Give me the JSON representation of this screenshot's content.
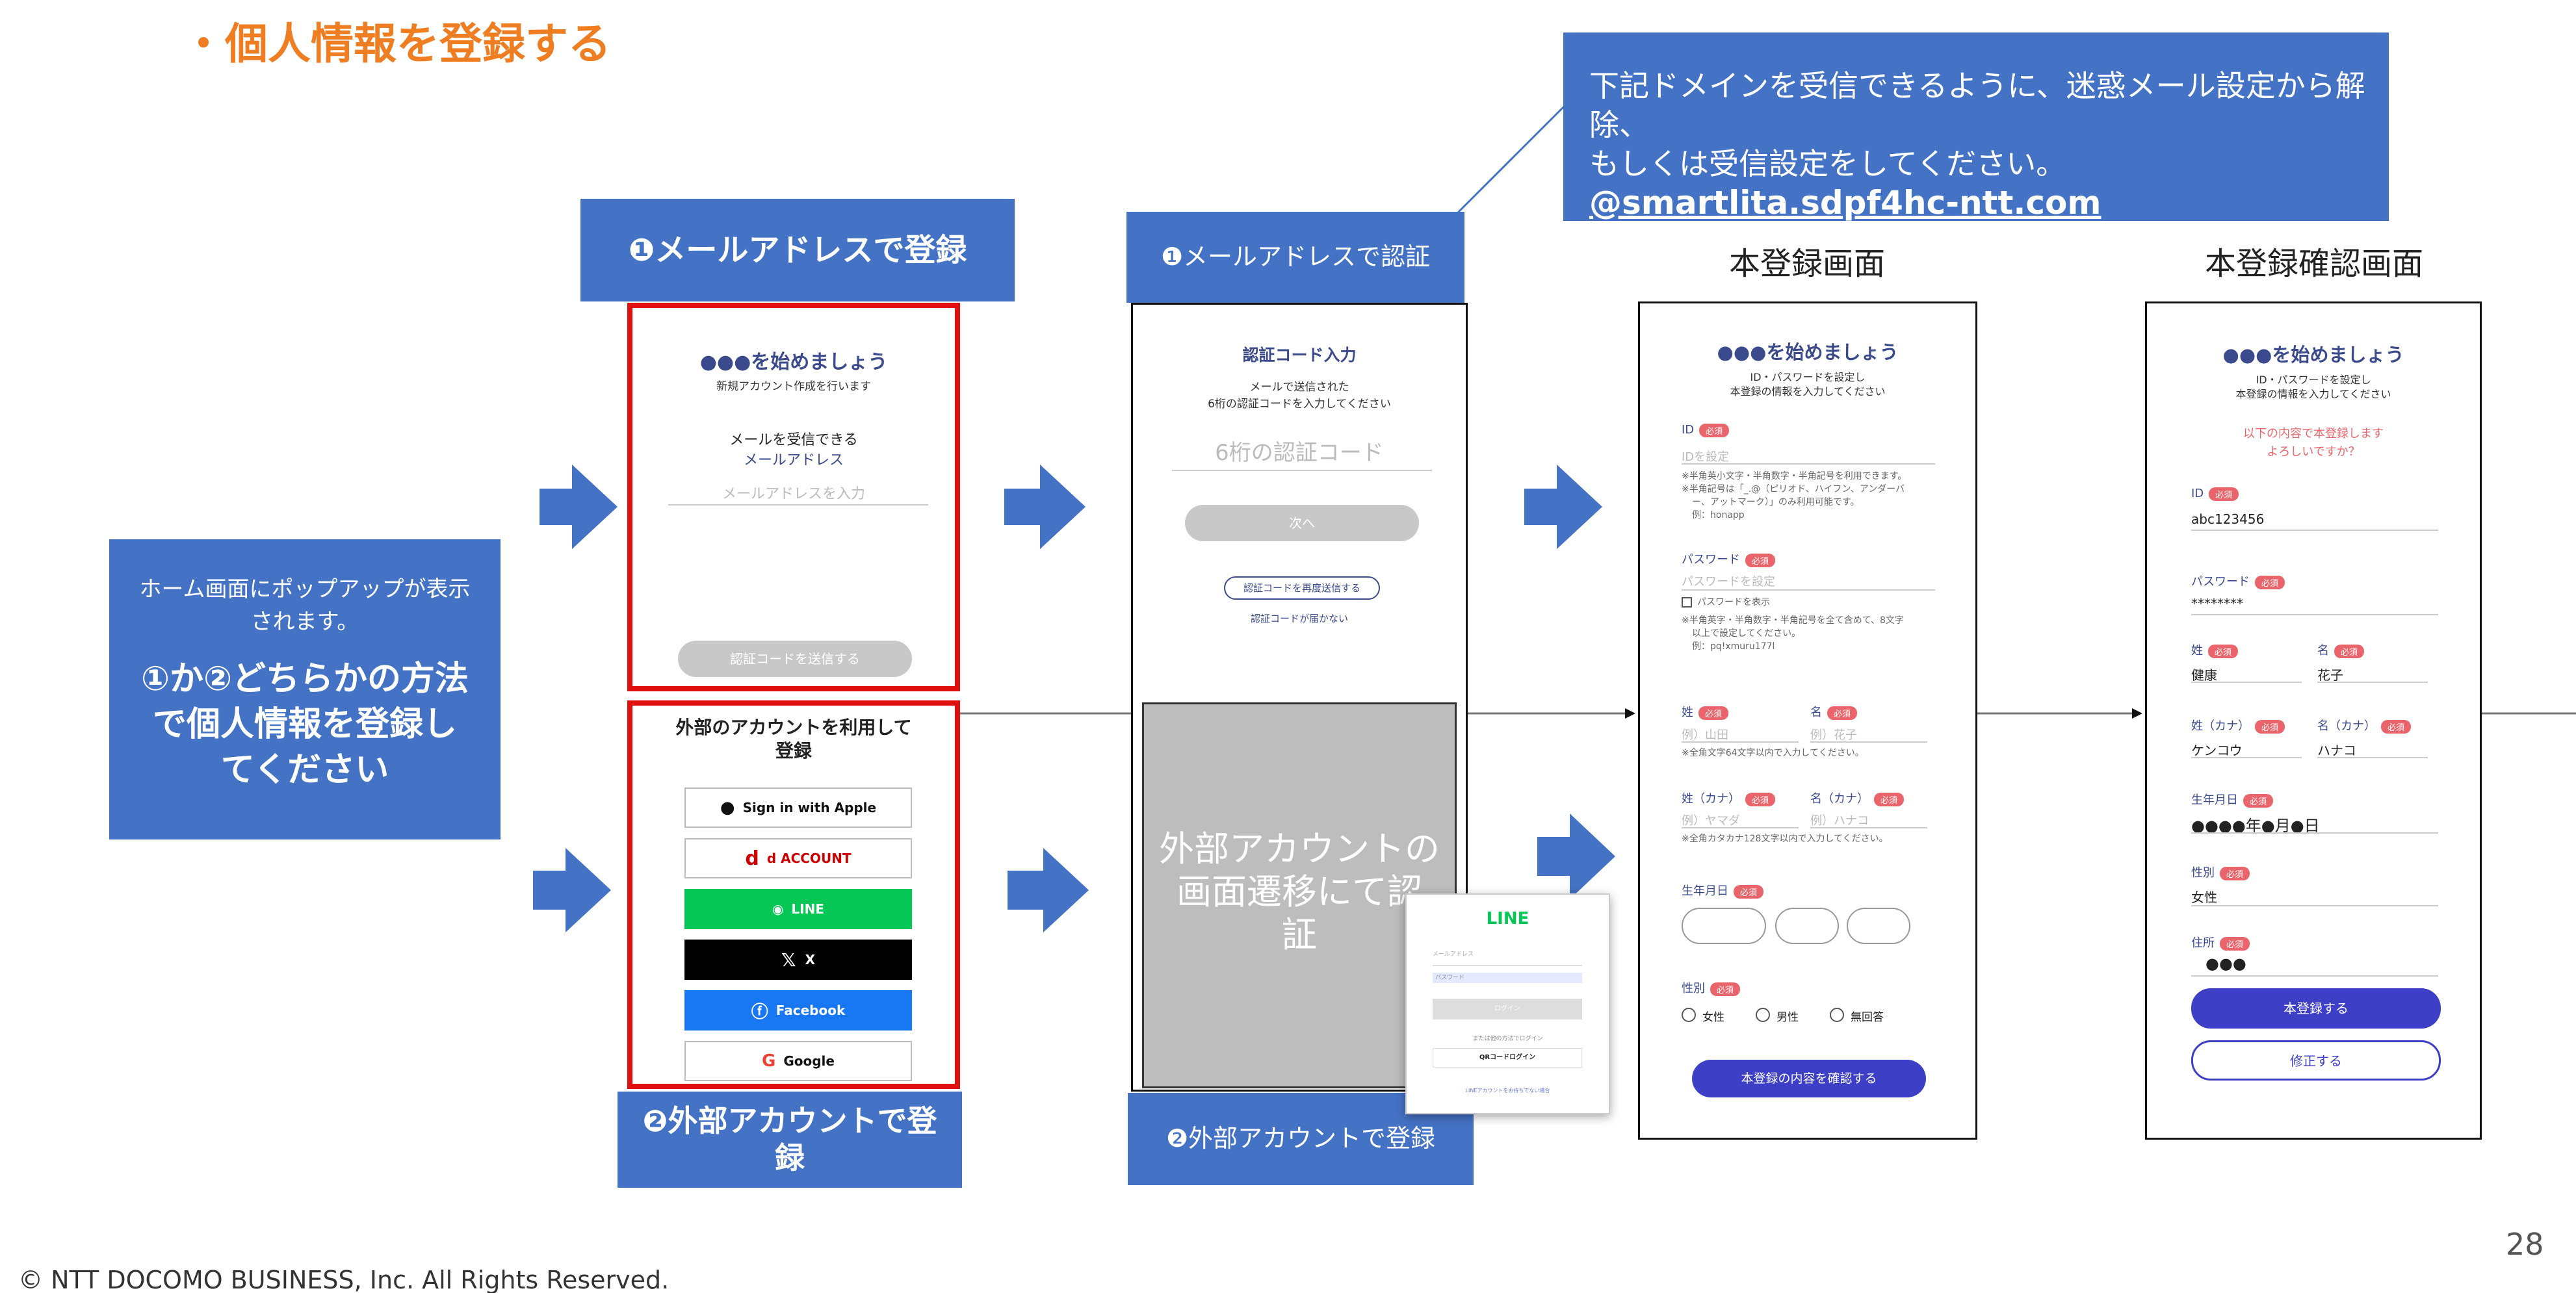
{
  "slide": {
    "title": "・個人情報を登録する",
    "copyright": "© NTT DOCOMO BUSINESS, Inc. All Rights Reserved.",
    "page_number": "28"
  },
  "notice": {
    "line1": "下記ドメインを受信できるように、迷惑メール設定から解除、",
    "line2": "もしくは受信設定をしてください。",
    "domain": "@smartlita.sdpf4hc-ntt.com"
  },
  "headers": {
    "mail_register": "❶メールアドレスで登録",
    "mail_auth": "❶メールアドレスで認証",
    "main_register": "本登録画面",
    "main_confirm": "本登録確認画面",
    "ext_register": "❷外部アカウントで登録",
    "ext_register_bottom": "❷外部アカウントで登録"
  },
  "left_box": {
    "small1": "ホーム画面にポップアップが表示",
    "small2": "されます。",
    "big1": "①か②どちらかの方法",
    "big2": "で個人情報を登録し",
    "big3": "てください"
  },
  "screen1": {
    "title": "●●●を始めましょう",
    "subtitle": "新規アカウント作成を行います",
    "label1": "メールを受信できる",
    "label2": "メールアドレス",
    "placeholder": "メールアドレスを入力",
    "button": "認証コードを送信する"
  },
  "screen2": {
    "title1": "外部のアカウントを利用して",
    "title2": "登録",
    "apple": "Sign in with Apple",
    "daccount": "d ACCOUNT",
    "line": "LINE",
    "x": "X",
    "facebook": "Facebook",
    "google": "Google"
  },
  "screen3": {
    "title": "認証コード入力",
    "sub1": "メールで送信された",
    "sub2": "6桁の認証コードを入力してください",
    "placeholder": "6桁の認証コード",
    "next": "次へ",
    "resend": "認証コードを再度送信する",
    "noreceive": "認証コードが届かない"
  },
  "screen4": {
    "text1": "外部アカウントの",
    "text2": "画面遷移にて認",
    "text3": "証"
  },
  "line_popup": {
    "title": "LINE",
    "small1": "メールアドレス",
    "small2": "パスワード",
    "button": "ログイン",
    "or": "または他の方法でログイン",
    "qr": "QRコードログイン",
    "footer": "LINEアカウントをお持ちでない場合"
  },
  "screen5": {
    "title": "●●●を始めましょう",
    "sub1": "ID・パスワードを設定し",
    "sub2": "本登録の情報を入力してください",
    "req": "必須",
    "id_label": "ID",
    "id_hint": "IDを設定",
    "id_note1": "※半角英小文字・半角数字・半角記号を利用できます。",
    "id_note2": "※半角記号は「_.@（ピリオド、ハイフン、アンダーバ",
    "id_note3": "ー、アットマーク）」のみ利用可能です。",
    "id_note4": "例：honapp",
    "pw_label": "パスワード",
    "pw_hint": "パスワードを設定",
    "pw_show": "パスワードを表示",
    "pw_note1": "※半角英字・半角数字・半角記号を全て含めて、8文字",
    "pw_note2": "以上で設定してください。",
    "pw_note3": "例：pq!xmuru177l",
    "sei": "姓",
    "sei_hint": "例）山田",
    "mei": "名",
    "mei_hint": "例）花子",
    "name_note": "※全角文字64文字以内で入力してください。",
    "sei_kana": "姓（カナ）",
    "sei_kana_hint": "例）ヤマダ",
    "mei_kana": "名（カナ）",
    "mei_kana_hint": "例）ハナコ",
    "kana_note": "※全角カタカナ128文字以内で入力してください。",
    "birth": "生年月日",
    "gender": "性別",
    "female": "女性",
    "male": "男性",
    "none": "無回答",
    "confirm_button": "本登録の内容を確認する"
  },
  "screen6": {
    "title": "●●●を始めましょう",
    "sub1": "ID・パスワードを設定し",
    "sub2": "本登録の情報を入力してください",
    "warn1": "以下の内容で本登録します",
    "warn2": "よろしいですか？",
    "req": "必須",
    "id_label": "ID",
    "id_value": "abc123456",
    "pw_label": "パスワード",
    "pw_value": "********",
    "sei": "姓",
    "sei_value": "健康",
    "mei": "名",
    "mei_value": "花子",
    "sei_kana": "姓（カナ）",
    "sei_kana_value": "ケンコウ",
    "mei_kana": "名（カナ）",
    "mei_kana_value": "ハナコ",
    "birth": "生年月日",
    "birth_value": "●●●●年●月●日",
    "gender": "性別",
    "gender_value": "女性",
    "address": "住所",
    "address_value": "●●●",
    "register_button": "本登録する",
    "edit_button": "修正する"
  },
  "colors": {
    "accent_orange": "#ef7d22",
    "header_blue": "#4472c4",
    "red_border": "#e01010",
    "primary_button": "#3d3fc7",
    "line_green": "#06c755",
    "facebook_blue": "#1877f2"
  }
}
